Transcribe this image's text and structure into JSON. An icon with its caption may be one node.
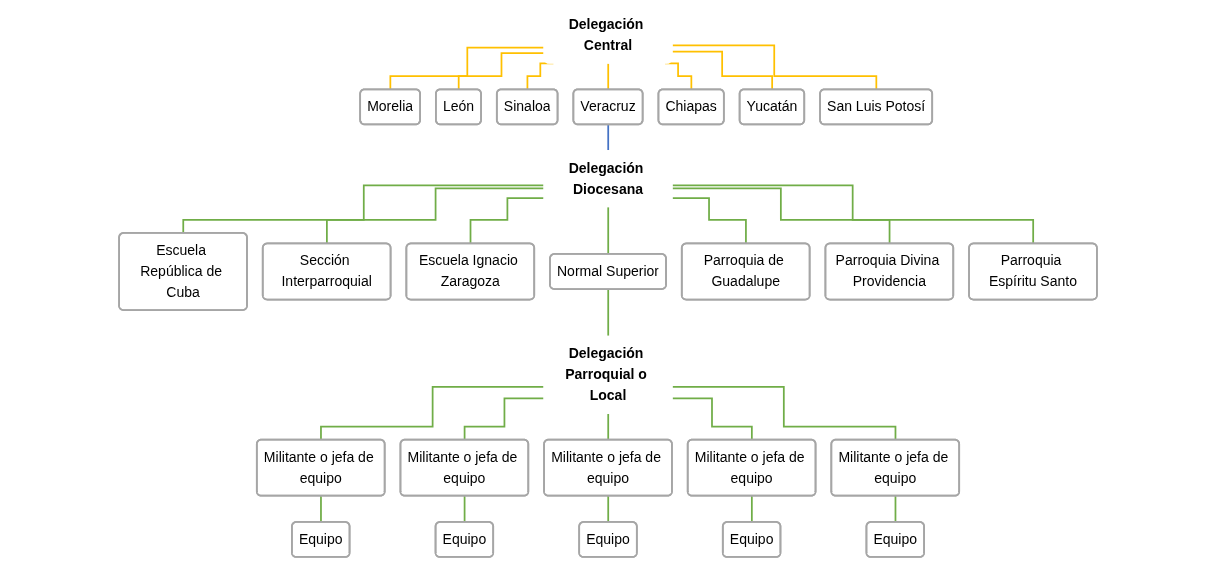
{
  "diagram": {
    "nodes": [
      {
        "text": [
          "Delegación Central"
        ]
      },
      {
        "text": [
          "Morelia"
        ]
      },
      {
        "text": [
          "León"
        ]
      },
      {
        "text": [
          "Sinaloa"
        ]
      },
      {
        "text": [
          "Veracruz"
        ]
      },
      {
        "text": [
          "Chiapas"
        ]
      },
      {
        "text": [
          "Yucatán"
        ]
      },
      {
        "text": [
          "San Luis Potosí"
        ]
      },
      {
        "text": [
          "Delegación Diocesana"
        ]
      },
      {
        "text": [
          "Escuela República de Cuba"
        ]
      },
      {
        "text": [
          "Sección Interparroquial"
        ]
      },
      {
        "text": [
          "Escuela Ignacio Zaragoza"
        ]
      },
      {
        "text": [
          "Normal Superior"
        ]
      },
      {
        "text": [
          "Parroquia de Guadalupe"
        ]
      },
      {
        "text": [
          "Parroquia Divina Providencia"
        ]
      },
      {
        "text": [
          "Parroquia Espíritu Santo"
        ]
      },
      {
        "text": [
          "Delegación Parroquial o Local"
        ]
      },
      {
        "text": [
          "Militante o jefa de equipo"
        ]
      },
      {
        "text": [
          "Militante o jefa de equipo"
        ]
      },
      {
        "text": [
          "Militante o jefa de equipo"
        ]
      },
      {
        "text": [
          "Militante o jefa de equipo"
        ]
      },
      {
        "text": [
          "Militante o jefa de equipo"
        ]
      },
      {
        "text": [
          "Equipo"
        ]
      },
      {
        "text": [
          "Equipo"
        ]
      },
      {
        "text": [
          "Equipo"
        ]
      },
      {
        "text": [
          "Equipo"
        ]
      },
      {
        "text": [
          "Equipo"
        ]
      }
    ],
    "edges": [
      {
        "from": 0,
        "to": 1,
        "arrow": "none",
        "color": "#ffc000"
      },
      {
        "from": 0,
        "to": 2,
        "arrow": "none",
        "color": "#ffc000"
      },
      {
        "from": 0,
        "to": 3,
        "arrow": "none",
        "color": "#ffc000"
      },
      {
        "from": 0,
        "to": 4,
        "arrow": "none",
        "color": "#ffc000"
      },
      {
        "from": 0,
        "to": 5,
        "arrow": "none",
        "color": "#ffc000"
      },
      {
        "from": 0,
        "to": 6,
        "arrow": "none",
        "color": "#ffc000"
      },
      {
        "from": 0,
        "to": 7,
        "arrow": "none",
        "color": "#ffc000"
      },
      {
        "from": 4,
        "to": 8,
        "arrow": "none",
        "color": "#4472c4"
      },
      {
        "from": 8,
        "to": 9,
        "arrow": "none"
      },
      {
        "from": 8,
        "to": 10,
        "arrow": "none"
      },
      {
        "from": 8,
        "to": 11,
        "arrow": "none"
      },
      {
        "from": 8,
        "to": 12,
        "arrow": "none"
      },
      {
        "from": 8,
        "to": 13,
        "arrow": "none"
      },
      {
        "from": 8,
        "to": 14,
        "arrow": "none"
      },
      {
        "from": 8,
        "to": 15,
        "arrow": "none"
      },
      {
        "from": 12,
        "to": 16,
        "arrow": "none"
      },
      {
        "from": 16,
        "to": 17,
        "arrow": "none"
      },
      {
        "from": 16,
        "to": 18,
        "arrow": "none"
      },
      {
        "from": 16,
        "to": 19,
        "arrow": "none"
      },
      {
        "from": 16,
        "to": 20,
        "arrow": "none"
      },
      {
        "from": 16,
        "to": 21,
        "arrow": "none"
      },
      {
        "from": 17,
        "to": 22,
        "arrow": "none"
      },
      {
        "from": 18,
        "to": 23,
        "arrow": "none"
      },
      {
        "from": 19,
        "to": 24,
        "arrow": "none"
      },
      {
        "from": 20,
        "to": 25,
        "arrow": "none"
      },
      {
        "from": 21,
        "to": 26,
        "arrow": "none"
      }
    ]
  }
}
